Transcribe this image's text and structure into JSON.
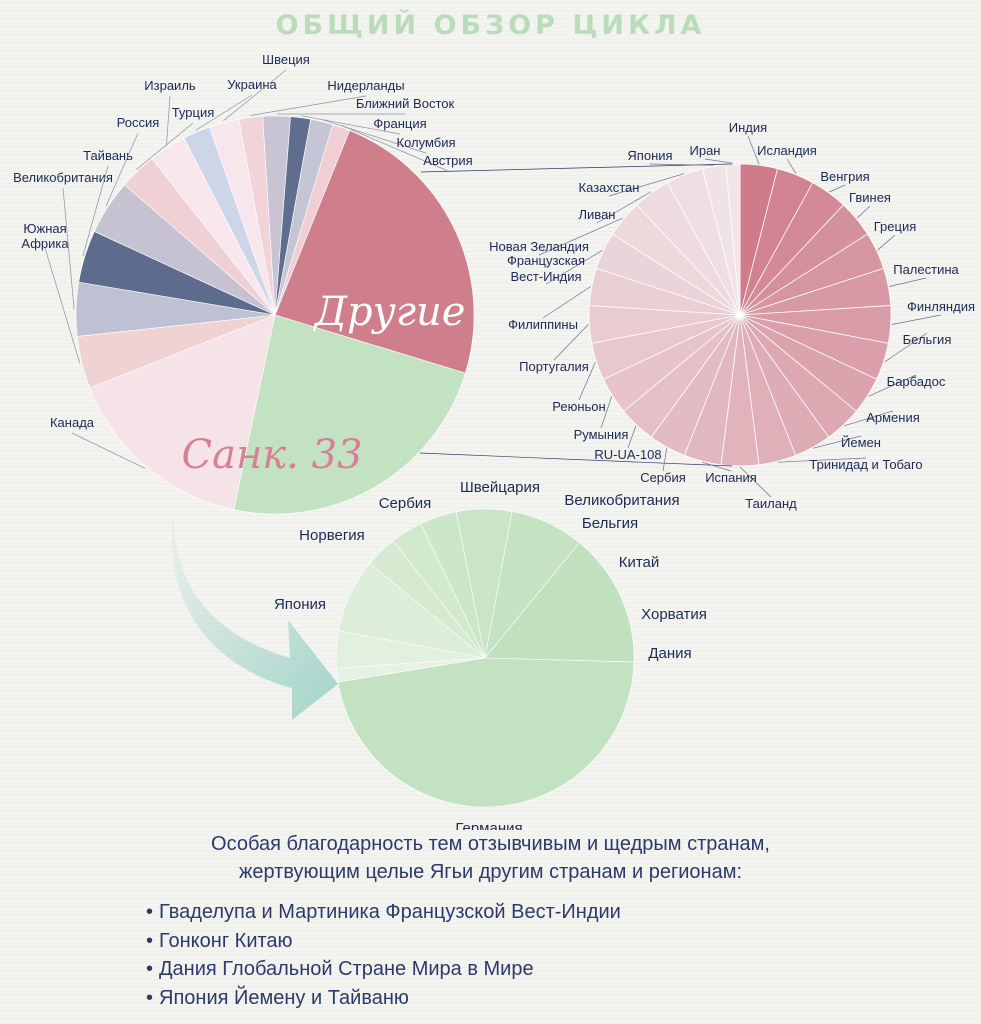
{
  "title": "ОБЩИЙ ОБЗОР ЦИКЛА",
  "colors": {
    "others": "#cf7f8c",
    "sanctions": "#c2e2c1",
    "arrow": "#9fd3c8",
    "text": "#1d2a55",
    "title": "#b9ddb8"
  },
  "chart_data": [
    {
      "type": "pie",
      "label_others": "Другие",
      "label_sanctions": "Санк. 33",
      "slices": [
        {
          "label": "Другие",
          "value": 23.3,
          "color": "#cf7f8c"
        },
        {
          "label": "Санк. 33",
          "value": 23.3,
          "color": "#c2e2c1"
        },
        {
          "label": "Канада",
          "value": 15.5,
          "color": "#f5e3e8"
        },
        {
          "label": "Южная Африка",
          "value": 4.2,
          "color": "#f0d2d3"
        },
        {
          "label": "Великобритания",
          "value": 4.3,
          "color": "#bdc1d3"
        },
        {
          "label": "Тайвань",
          "value": 4.2,
          "color": "#5d6b8c"
        },
        {
          "label": "Россия",
          "value": 4.4,
          "color": "#c7c2d2"
        },
        {
          "label": "Турция",
          "value": 3.0,
          "color": "#efd1d5"
        },
        {
          "label": "Израиль",
          "value": 3.0,
          "color": "#f8e7ec"
        },
        {
          "label": "Украина",
          "value": 2.2,
          "color": "#ccd6e8"
        },
        {
          "label": "Швеция",
          "value": 2.4,
          "color": "#f7e6eb"
        },
        {
          "label": "Нидерланды",
          "value": 1.9,
          "color": "#f1d3d8"
        },
        {
          "label": "Ближний Восток",
          "value": 2.2,
          "color": "#c8c4d4"
        },
        {
          "label": "Франция",
          "value": 1.6,
          "color": "#5f6e8e"
        },
        {
          "label": "Колумбия",
          "value": 1.8,
          "color": "#c4c6d6"
        },
        {
          "label": "Австрия",
          "value": 1.4,
          "color": "#efcfd4"
        }
      ]
    },
    {
      "type": "pie",
      "slices": [
        {
          "label": "Индия",
          "value": 4.0,
          "color": "#cf7b89"
        },
        {
          "label": "Исландия",
          "value": 4.0,
          "color": "#d18391"
        },
        {
          "label": "Венгрия",
          "value": 4.0,
          "color": "#d38a96"
        },
        {
          "label": "Гвинея",
          "value": 4.0,
          "color": "#d4909b"
        },
        {
          "label": "Греция",
          "value": 4.0,
          "color": "#d696a1"
        },
        {
          "label": "Палестина",
          "value": 4.0,
          "color": "#d899a4"
        },
        {
          "label": "Финляндия",
          "value": 4.0,
          "color": "#d99ca6"
        },
        {
          "label": "Бельгия",
          "value": 4.0,
          "color": "#da9faa"
        },
        {
          "label": "Барбадос",
          "value": 4.0,
          "color": "#dba4ad"
        },
        {
          "label": "Армения",
          "value": 4.0,
          "color": "#dda8b1"
        },
        {
          "label": "Йемен",
          "value": 4.0,
          "color": "#deacb4"
        },
        {
          "label": "Тринидад и Тобаго",
          "value": 4.0,
          "color": "#dfb0b8"
        },
        {
          "label": "Таиланд",
          "value": 4.0,
          "color": "#e1b4bc"
        },
        {
          "label": "Испания",
          "value": 4.0,
          "color": "#e2b8c0"
        },
        {
          "label": "Сербия",
          "value": 4.0,
          "color": "#e3bcc3"
        },
        {
          "label": "RU-UA-108",
          "value": 4.0,
          "color": "#e5c0c7"
        },
        {
          "label": "Румыния",
          "value": 4.0,
          "color": "#e6c4ca"
        },
        {
          "label": "Реюньон",
          "value": 4.0,
          "color": "#e8c8ce"
        },
        {
          "label": "Португалия",
          "value": 4.0,
          "color": "#e9ccd2"
        },
        {
          "label": "Филиппины",
          "value": 4.0,
          "color": "#ead0d5"
        },
        {
          "label": "Французская Вест-Индия",
          "value": 4.0,
          "color": "#ebd4d9"
        },
        {
          "label": "Новая Зеландия",
          "value": 4.0,
          "color": "#edd8dc"
        },
        {
          "label": "Ливан",
          "value": 4.0,
          "color": "#eedbdf"
        },
        {
          "label": "Казахстан",
          "value": 4.0,
          "color": "#efdfe2"
        },
        {
          "label": "Япония",
          "value": 2.5,
          "color": "#f0e2e5"
        },
        {
          "label": "Иран",
          "value": 1.5,
          "color": "#f1e5e8"
        }
      ]
    },
    {
      "type": "pie",
      "slices": [
        {
          "label": "Германия",
          "value": 47.0,
          "color": "#c3e2c1"
        },
        {
          "label": "Дания",
          "value": 1.5,
          "color": "#e6f2e3"
        },
        {
          "label": "Хорватия",
          "value": 4.0,
          "color": "#e2f0de"
        },
        {
          "label": "Китай",
          "value": 8.0,
          "color": "#dcedd8"
        },
        {
          "label": "Бельгия",
          "value": 3.5,
          "color": "#d6ead2"
        },
        {
          "label": "Великобритания",
          "value": 3.5,
          "color": "#d2e8cf"
        },
        {
          "label": "Швейцария",
          "value": 4.0,
          "color": "#cde6ca"
        },
        {
          "label": "Сербия",
          "value": 6.0,
          "color": "#c9e4c6"
        },
        {
          "label": "Норвегия",
          "value": 8.0,
          "color": "#c5e2c2"
        },
        {
          "label": "Япония",
          "value": 14.5,
          "color": "#c1e0be"
        }
      ]
    }
  ],
  "thanks": {
    "line1": "Особая благодарность тем отзывчивым и щедрым странам,",
    "line2": "жертвующим целые Ягьи другим странам и регионам:"
  },
  "donations": [
    "Гваделупа и Мартиника Французской Вест-Индии",
    "Гонконг Китаю",
    "Дания Глобальной Стране Мира в Мире",
    "Япония Йемену и Тайваню"
  ]
}
